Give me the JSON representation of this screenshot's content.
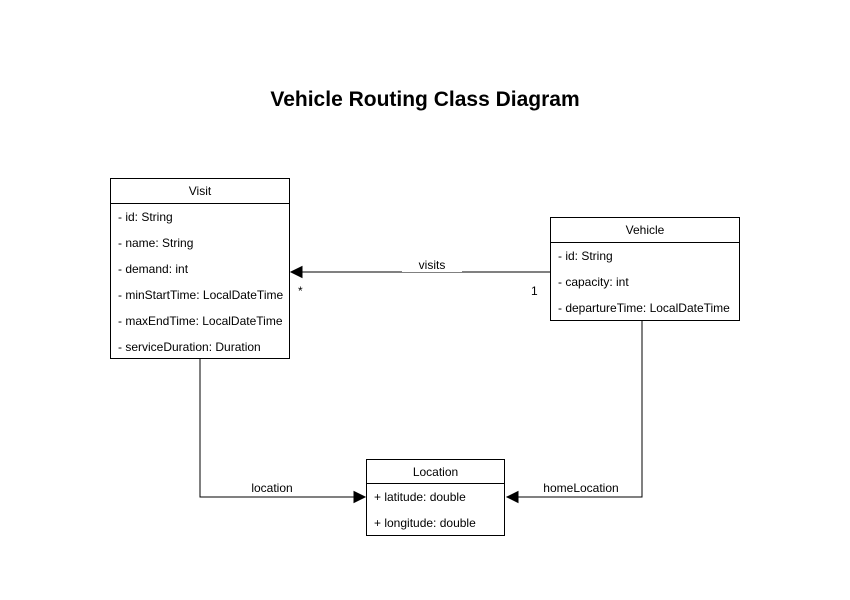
{
  "title": "Vehicle Routing Class Diagram",
  "diagram": {
    "classes": [
      {
        "name": "Visit",
        "fields": [
          "- id: String",
          "- name: String",
          "- demand: int",
          "- minStartTime: LocalDateTime",
          "- maxEndTime: LocalDateTime",
          "- serviceDuration: Duration"
        ]
      },
      {
        "name": "Vehicle",
        "fields": [
          "- id: String",
          "- capacity: int",
          "- departureTime: LocalDateTime"
        ]
      },
      {
        "name": "Location",
        "fields": [
          "+ latitude: double",
          "+ longitude: double"
        ]
      }
    ],
    "edges": [
      {
        "label": "visits",
        "from": "Vehicle",
        "to": "Visit",
        "source_multiplicity": "1",
        "target_multiplicity": "*"
      },
      {
        "label": "location",
        "from": "Visit",
        "to": "Location"
      },
      {
        "label": "homeLocation",
        "from": "Vehicle",
        "to": "Location"
      }
    ]
  },
  "colors": {
    "background": "#ffffff",
    "box_fill": "#ffffff",
    "box_border": "#000000",
    "line": "#000000",
    "text": "#000000"
  }
}
